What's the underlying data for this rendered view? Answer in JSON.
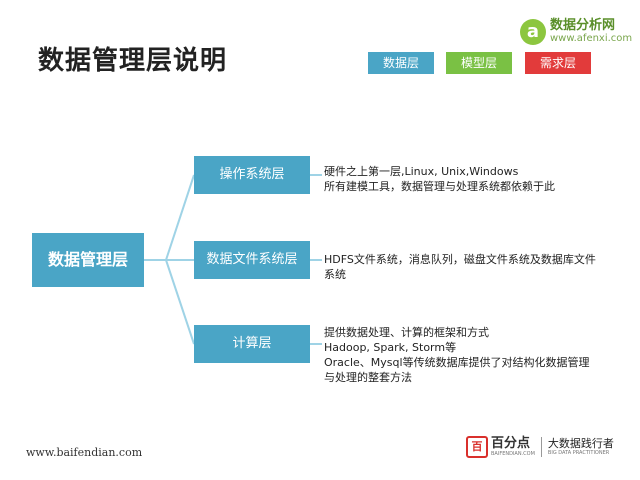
{
  "title": "数据管理层说明",
  "brand": {
    "logo_char": "a",
    "name": "数据分析网",
    "url": "www.afenxi.com"
  },
  "legend": [
    {
      "label": "数据层",
      "color": "#4aa5c6"
    },
    {
      "label": "模型层",
      "color": "#7ac144"
    },
    {
      "label": "需求层",
      "color": "#e23b3b"
    }
  ],
  "diagram": {
    "root": "数据管理层",
    "branches": [
      {
        "label": "操作系统层",
        "description": [
          "硬件之上第一层,Linux, Unix,Windows",
          "所有建模工具，数据管理与处理系统都依赖于此"
        ]
      },
      {
        "label": "数据文件系统层",
        "description": [
          "HDFS文件系统，消息队列，磁盘文件系统及数据库文件",
          "系统"
        ]
      },
      {
        "label": "计算层",
        "description": [
          "提供数据处理、计算的框架和方式",
          "Hadoop, Spark, Storm等",
          "Oracle、Mysql等传统数据库提供了对结构化数据管理",
          "与处理的整套方法"
        ]
      }
    ],
    "node_color": "#4aa5c6",
    "line_color": "#9fd3e6"
  },
  "footer": {
    "url": "www.baifendian.com",
    "logo_char": "百",
    "company": "百分点",
    "company_sub": "BAIFENDIAN.COM",
    "slogan": "大数据践行者",
    "slogan_sub": "BIG DATA PRACTITIONER"
  }
}
